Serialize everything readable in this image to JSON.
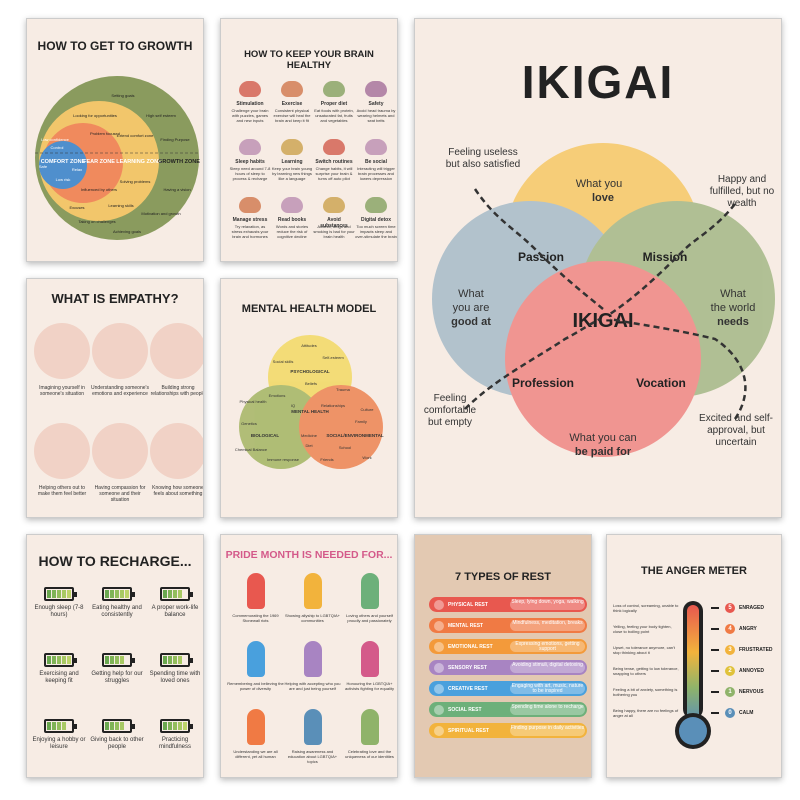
{
  "growth": {
    "title": "HOW TO GET TO GROWTH",
    "zones": [
      "COMFORT ZONE",
      "FEAR ZONE",
      "LEARNING ZONE",
      "GROWTH ZONE"
    ],
    "comfort_items": [
      "Control",
      "Low confidence",
      "Safe",
      "Relax",
      "Low risk"
    ],
    "fear_items": [
      "Problem focused",
      "Influenced by others",
      "Excuses"
    ],
    "learning_items": [
      "Looking for opportunities",
      "Extend comfort zone",
      "Solving problems",
      "Learning skills",
      "Taking on challenges"
    ],
    "growth_items": [
      "Setting goals",
      "High self esteem",
      "Finding Purpose",
      "Having a vision",
      "Motivation and growth",
      "Achieving goals"
    ]
  },
  "brain": {
    "title": "HOW TO KEEP YOUR BRAIN HEALTHY",
    "items": [
      {
        "t": "Stimulation",
        "d": "Challenge your brain with puzzles, games and new inputs",
        "c": "#d9786a"
      },
      {
        "t": "Exercise",
        "d": "Consistent physical exercise will heal the brain and keep it fit",
        "c": "#d88e6a"
      },
      {
        "t": "Proper diet",
        "d": "Eat foods with protein, unsaturated fat, fruits and vegetables",
        "c": "#9bb07a"
      },
      {
        "t": "Safety",
        "d": "Avoid head trauma by wearing helmets and seat belts",
        "c": "#b487a8"
      },
      {
        "t": "Sleep habits",
        "d": "Sleep need around 7-8 hours of sleep to process & recharge",
        "c": "#c7a0bb"
      },
      {
        "t": "Learning",
        "d": "Keep your brain young by learning new things like a language",
        "c": "#d4b06a"
      },
      {
        "t": "Switch routines",
        "d": "Change habits, it will surprise your brain & turns off auto pilot",
        "c": "#d9786a"
      },
      {
        "t": "Be social",
        "d": "Interacting will trigger brain processes and lowers depression",
        "c": "#c7a0bb"
      },
      {
        "t": "Manage stress",
        "d": "Try relaxation, as stress exhausts your brain and hormones",
        "c": "#d88e6a"
      },
      {
        "t": "Read books",
        "d": "Words and stories reduce the risk of cognitive decline",
        "c": "#c7a0bb"
      },
      {
        "t": "Avoid substances",
        "d": "Alcohol, drugs and smoking is bad for your brain health",
        "c": "#d4b06a"
      },
      {
        "t": "Digital detox",
        "d": "Too much screen time impacts sleep and over-stimulate the brain",
        "c": "#9bb07a"
      }
    ]
  },
  "ikigai": {
    "title": "IKIGAI",
    "love": "What you love",
    "good": "What you are good at",
    "needs": "What the world needs",
    "paid": "What you can be paid for",
    "passion": "Passion",
    "mission": "Mission",
    "profession": "Profession",
    "vocation": "Vocation",
    "center": "IKIGAI",
    "note_tl": "Feeling useless but also satisfied",
    "note_tr": "Happy and fulfilled, but no wealth",
    "note_bl": "Feeling comfortable but empty",
    "note_br": "Excited and self-approval, but uncertain",
    "c_love": "#f6c96a",
    "c_good": "#a9bdc9",
    "c_needs": "#a7b98a",
    "c_paid": "#f08a86"
  },
  "empathy": {
    "title": "WHAT IS EMPATHY?",
    "items": [
      "Imagining yourself in someone's situation",
      "Understanding someone's emotions and experience",
      "Building strong relationships with people",
      "Helping others out to make them feel better",
      "Having compassion for someone and their situation",
      "Knowing how someone feels about something"
    ]
  },
  "mental": {
    "title": "MENTAL HEALTH MODEL",
    "psych": "PSYCHOLOGICAL",
    "bio": "BIOLOGICAL",
    "social": "SOCIAL/ENVIRONMENTAL",
    "center": "MENTAL HEALTH",
    "psych_items": [
      "Attitudes",
      "Social skills",
      "Self-esteem",
      "Beliefs"
    ],
    "bio_items": [
      "Physical health",
      "Genetics",
      "Chemical Balance",
      "Immune response"
    ],
    "social_items": [
      "Trauma",
      "Culture",
      "Family",
      "School",
      "Work",
      "Friends"
    ],
    "mid_items": [
      "Emotions",
      "IQ",
      "Relationships",
      "Medicine",
      "Diet"
    ]
  },
  "recharge": {
    "title": "HOW TO RECHARGE...",
    "items": [
      {
        "t": "Enough sleep (7-8 hours)",
        "n": 5
      },
      {
        "t": "Eating healthy and consistently",
        "n": 5
      },
      {
        "t": "A proper work-life balance",
        "n": 4
      },
      {
        "t": "Exercising and keeping fit",
        "n": 5
      },
      {
        "t": "Getting help for our struggles",
        "n": 4
      },
      {
        "t": "Spending time with loved ones",
        "n": 4
      },
      {
        "t": "Enjoying a hobby or leisure",
        "n": 4
      },
      {
        "t": "Giving back to other people",
        "n": 4
      },
      {
        "t": "Practicing mindfulness",
        "n": 5
      }
    ]
  },
  "pride": {
    "title": "PRIDE MONTH IS NEEDED FOR...",
    "items": [
      "Commemorating the 1969 Stonewall riots",
      "Showing allyship to LGBTQIA+ communities",
      "Loving others and yourself proudly and passionately",
      "Remembering and believing the power of diversity",
      "Helping with accepting who you are and just being yourself",
      "Honouring the LGBTQIA+ activists fighting for equality",
      "Understanding we are all different, yet all human",
      "Raising awareness and education about LGBTQIA+ topics",
      "Celebrating love and the uniqueness of our identities"
    ]
  },
  "rest": {
    "title": "7 TYPES OF REST",
    "items": [
      {
        "n": "PHYSICAL REST",
        "d": "Sleep, lying down, yoga, walking",
        "c": "#e8584f"
      },
      {
        "n": "MENTAL REST",
        "d": "Mindfulness, meditation, breaks",
        "c": "#f07a44"
      },
      {
        "n": "EMOTIONAL REST",
        "d": "Expressing emotions, getting support",
        "c": "#f39a3a"
      },
      {
        "n": "SENSORY REST",
        "d": "Avoiding stimuli, digital detoxing",
        "c": "#a884c2"
      },
      {
        "n": "CREATIVE REST",
        "d": "Engaging with art, music, nature to be inspired",
        "c": "#49a0dd"
      },
      {
        "n": "SOCIAL REST",
        "d": "Spending time alone to recharge",
        "c": "#6db07a"
      },
      {
        "n": "SPIRITUAL REST",
        "d": "Finding purpose in daily activities",
        "c": "#f2b33c"
      }
    ]
  },
  "anger": {
    "title": "THE ANGER METER",
    "levels": [
      {
        "n": "5",
        "l": "ENRAGED",
        "c": "#e8584f",
        "d": "Loss of control, screaming, unable to think logically"
      },
      {
        "n": "4",
        "l": "ANGRY",
        "c": "#f07a44",
        "d": "Yelling, feeling your body tighten, close to boiling point"
      },
      {
        "n": "3",
        "l": "FRUSTRATED",
        "c": "#f2b33c",
        "d": "Upset, no tolerance anymore, can't stop thinking about it"
      },
      {
        "n": "2",
        "l": "ANNOYED",
        "c": "#e0c23a",
        "d": "Being tense, getting to low tolerance, snapping to others"
      },
      {
        "n": "1",
        "l": "NERVOUS",
        "c": "#8fb36a",
        "d": "Feeling a bit of anxiety, something is bothering you"
      },
      {
        "n": "0",
        "l": "CALM",
        "c": "#5a8fb8",
        "d": "Being happy, there are no feelings of anger at all"
      }
    ]
  }
}
